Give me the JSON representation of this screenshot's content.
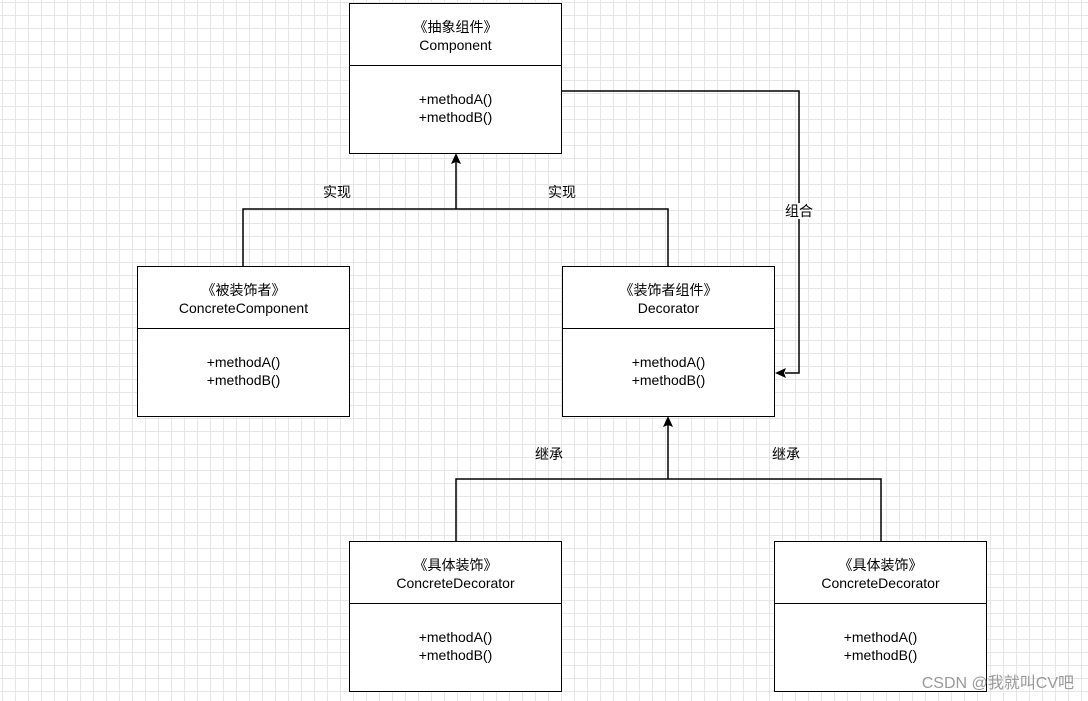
{
  "boxes": {
    "component": {
      "stereotype": "《抽象组件》",
      "name": "Component",
      "method_a": "+methodA()",
      "method_b": "+methodB()"
    },
    "concrete_component": {
      "stereotype": "《被装饰者》",
      "name": "ConcreteComponent",
      "method_a": "+methodA()",
      "method_b": "+methodB()"
    },
    "decorator": {
      "stereotype": "《装饰者组件》",
      "name": "Decorator",
      "method_a": "+methodA()",
      "method_b": "+methodB()"
    },
    "concrete_decorator_1": {
      "stereotype": "《具体装饰》",
      "name": "ConcreteDecorator",
      "method_a": "+methodA()",
      "method_b": "+methodB()"
    },
    "concrete_decorator_2": {
      "stereotype": "《具体装饰》",
      "name": "ConcreteDecorator",
      "method_a": "+methodA()",
      "method_b": "+methodB()"
    }
  },
  "edges": {
    "realize_left": "实现",
    "realize_right": "实现",
    "compose": "组合",
    "inherit_left": "继承",
    "inherit_right": "继承"
  },
  "watermark": "CSDN @我就叫CV吧"
}
